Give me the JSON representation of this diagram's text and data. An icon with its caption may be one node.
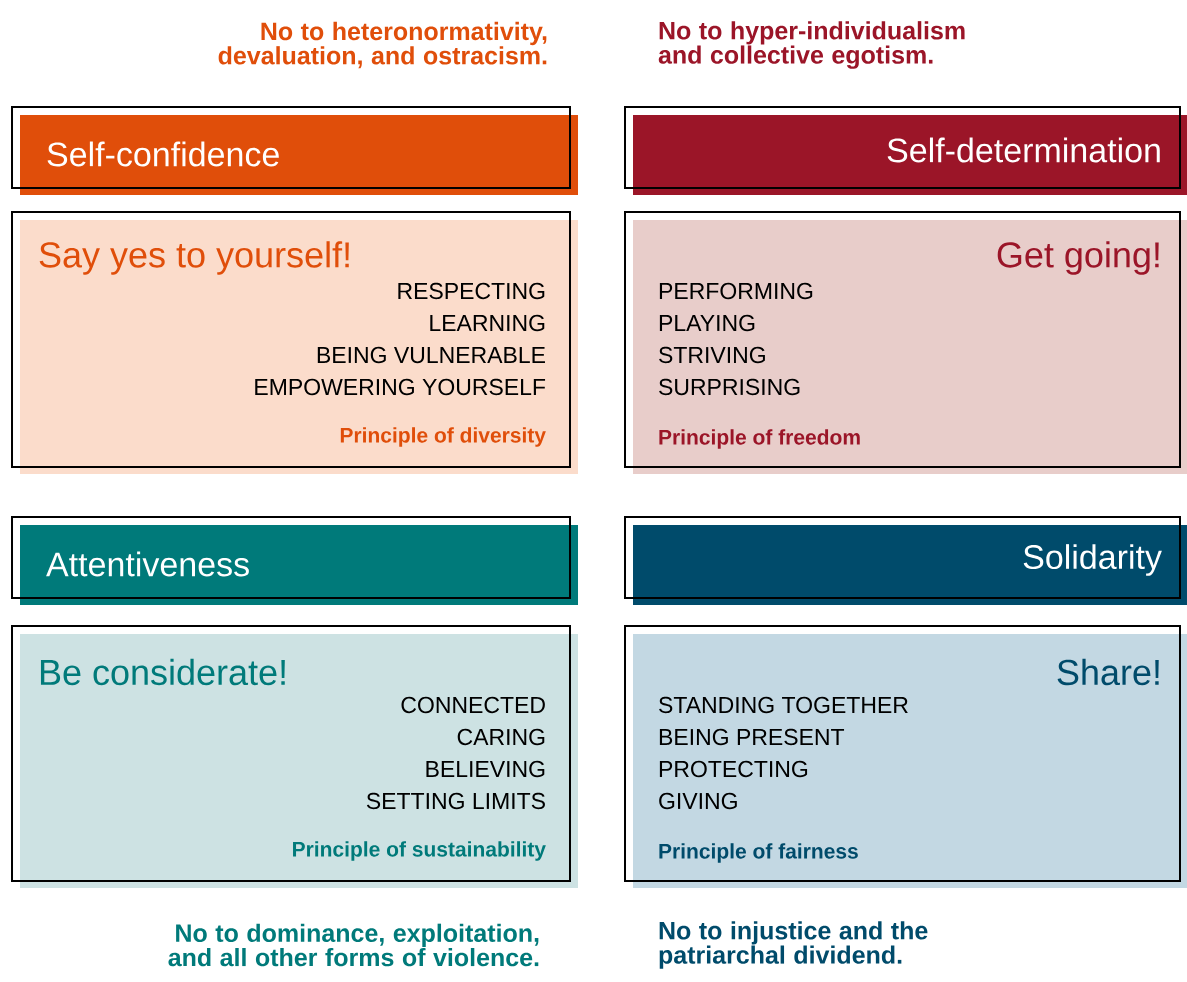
{
  "diagram": {
    "nodes": [
      {
        "text": [
          "Self-confidence"
        ]
      },
      {
        "text": [
          "Say yes to yourself!",
          "RESPECTING",
          "LEARNING",
          "BEING VULNERABLE",
          "EMPOWERING YOURSELF",
          "Principle of diversity"
        ]
      },
      {
        "text": [
          "Self-determination"
        ]
      },
      {
        "text": [
          "Get going!",
          "PERFORMING",
          "PLAYING",
          "STRIVING",
          "SURPRISING",
          "Principle of freedom"
        ]
      },
      {
        "text": [
          "Attentiveness"
        ]
      },
      {
        "text": [
          "Be considerate!",
          "CONNECTED",
          "CARING",
          "BELIEVING",
          "SETTING LIMITS",
          "Principle of sustainability"
        ]
      },
      {
        "text": [
          "Solidarity"
        ]
      },
      {
        "text": [
          "Share!",
          "STANDING TOGETHER",
          "BEING PRESENT",
          "PROTECTING",
          "GIVING",
          "Principle of fairness"
        ]
      }
    ],
    "labels": [
      "No to heteronormativity, devaluation, and ostracism.",
      "No to hyper-individualism and collective egotism.",
      "No to dominance, exploitation, and all other forms of violence.",
      "No to injustice and the patriarchal dividend."
    ]
  }
}
